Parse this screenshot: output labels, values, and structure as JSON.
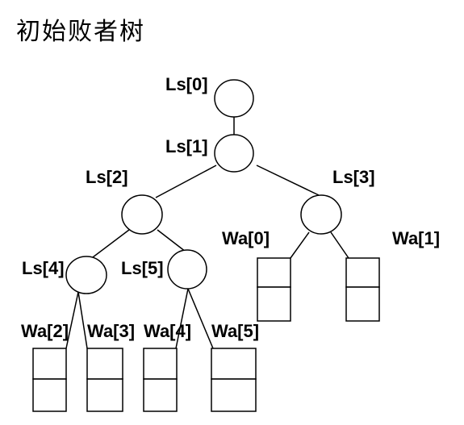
{
  "title": "初始败者树",
  "loser_labels": [
    "Ls[0]",
    "Ls[1]",
    "Ls[2]",
    "Ls[3]",
    "Ls[4]",
    "Ls[5]"
  ],
  "leaf_labels": [
    "Wa[0]",
    "Wa[1]",
    "Wa[2]",
    "Wa[3]",
    "Wa[4]",
    "Wa[5]"
  ],
  "colors": {
    "stroke": "#000000",
    "background": "#ffffff"
  }
}
